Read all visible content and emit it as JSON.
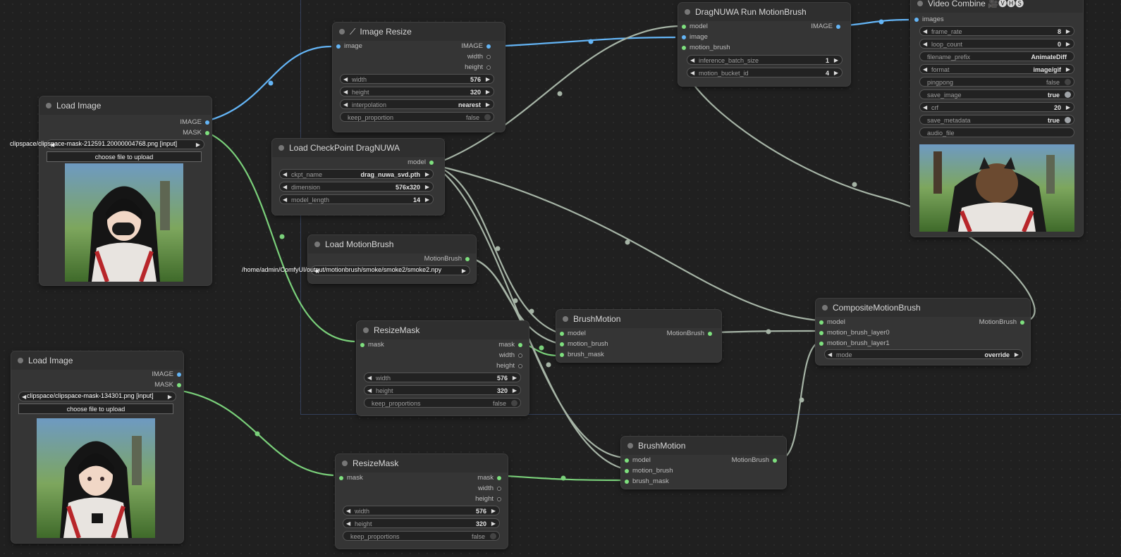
{
  "nodes": {
    "load_image_1": {
      "title": "Load Image",
      "outputs": {
        "image": "IMAGE",
        "mask": "MASK"
      },
      "filename": "clipspace/clipspace-mask-212591.20000004768.png [input]",
      "upload_label": "choose file to upload"
    },
    "load_image_2": {
      "title": "Load Image",
      "outputs": {
        "image": "IMAGE",
        "mask": "MASK"
      },
      "filename": "clipspace/clipspace-mask-134301.png [input]",
      "upload_label": "choose file to upload"
    },
    "image_resize": {
      "title": "Image Resize",
      "inputs": {
        "image": "image"
      },
      "outputs": {
        "image": "IMAGE",
        "width": "width",
        "height": "height"
      },
      "widgets": {
        "width": {
          "label": "width",
          "value": "576"
        },
        "height": {
          "label": "height",
          "value": "320"
        },
        "interpolation": {
          "label": "interpolation",
          "value": "nearest"
        },
        "keep_proportion": {
          "label": "keep_proportion",
          "value": "false"
        }
      }
    },
    "load_checkpoint": {
      "title": "Load CheckPoint DragNUWA",
      "outputs": {
        "model": "model"
      },
      "widgets": {
        "ckpt_name": {
          "label": "ckpt_name",
          "value": "drag_nuwa_svd.pth"
        },
        "dimension": {
          "label": "dimension",
          "value": "576x320"
        },
        "model_length": {
          "label": "model_length",
          "value": "14"
        }
      }
    },
    "load_motionbrush": {
      "title": "Load MotionBrush",
      "outputs": {
        "motionbrush": "MotionBrush"
      },
      "path": "/home/admin/ComfyUI/output/motionbrush/smoke/smoke2/smoke2.npy"
    },
    "resize_mask_1": {
      "title": "ResizeMask",
      "inputs": {
        "mask": "mask"
      },
      "outputs": {
        "mask": "mask",
        "width": "width",
        "height": "height"
      },
      "widgets": {
        "width": {
          "label": "width",
          "value": "576"
        },
        "height": {
          "label": "height",
          "value": "320"
        },
        "keep_proportions": {
          "label": "keep_proportions",
          "value": "false"
        }
      }
    },
    "resize_mask_2": {
      "title": "ResizeMask",
      "inputs": {
        "mask": "mask"
      },
      "outputs": {
        "mask": "mask",
        "width": "width",
        "height": "height"
      },
      "widgets": {
        "width": {
          "label": "width",
          "value": "576"
        },
        "height": {
          "label": "height",
          "value": "320"
        },
        "keep_proportions": {
          "label": "keep_proportions",
          "value": "false"
        }
      }
    },
    "brush_motion_1": {
      "title": "BrushMotion",
      "inputs": {
        "model": "model",
        "motion_brush": "motion_brush",
        "brush_mask": "brush_mask"
      },
      "outputs": {
        "motionbrush": "MotionBrush"
      }
    },
    "brush_motion_2": {
      "title": "BrushMotion",
      "inputs": {
        "model": "model",
        "motion_brush": "motion_brush",
        "brush_mask": "brush_mask"
      },
      "outputs": {
        "motionbrush": "MotionBrush"
      }
    },
    "dragnuwa_run": {
      "title": "DragNUWA Run MotionBrush",
      "inputs": {
        "model": "model",
        "image": "image",
        "motion_brush": "motion_brush"
      },
      "outputs": {
        "image": "IMAGE"
      },
      "widgets": {
        "inference_batch_size": {
          "label": "inference_batch_size",
          "value": "1"
        },
        "motion_bucket_id": {
          "label": "motion_bucket_id",
          "value": "4"
        }
      }
    },
    "composite": {
      "title": "CompositeMotionBrush",
      "inputs": {
        "model": "model",
        "layer0": "motion_brush_layer0",
        "layer1": "motion_brush_layer1"
      },
      "outputs": {
        "motionbrush": "MotionBrush"
      },
      "widgets": {
        "mode": {
          "label": "mode",
          "value": "override"
        }
      }
    },
    "video_combine": {
      "title": "Video Combine 🎥🅥🅗🅢",
      "inputs": {
        "images": "images"
      },
      "widgets": {
        "frame_rate": {
          "label": "frame_rate",
          "value": "8"
        },
        "loop_count": {
          "label": "loop_count",
          "value": "0"
        },
        "filename_prefix": {
          "label": "filename_prefix",
          "value": "AnimateDiff"
        },
        "format": {
          "label": "format",
          "value": "image/gif"
        },
        "pingpong": {
          "label": "pingpong",
          "value": "false"
        },
        "save_image": {
          "label": "save_image",
          "value": "true"
        },
        "crf": {
          "label": "crf",
          "value": "20"
        },
        "save_metadata": {
          "label": "save_metadata",
          "value": "true"
        },
        "audio_file": {
          "label": "audio_file",
          "value": ""
        }
      }
    }
  },
  "colors": {
    "canvas": "#202020",
    "node_body": "#353535",
    "node_title": "#2f2f2f",
    "image_link": "#64b5f6",
    "mask_link": "#7ee07e",
    "model_link": "#a5b5a5"
  },
  "icons": {
    "node_dot": "dot-icon",
    "arrow_left": "◀",
    "arrow_right": "▶",
    "image_resize_glyph": "wand-icon"
  }
}
